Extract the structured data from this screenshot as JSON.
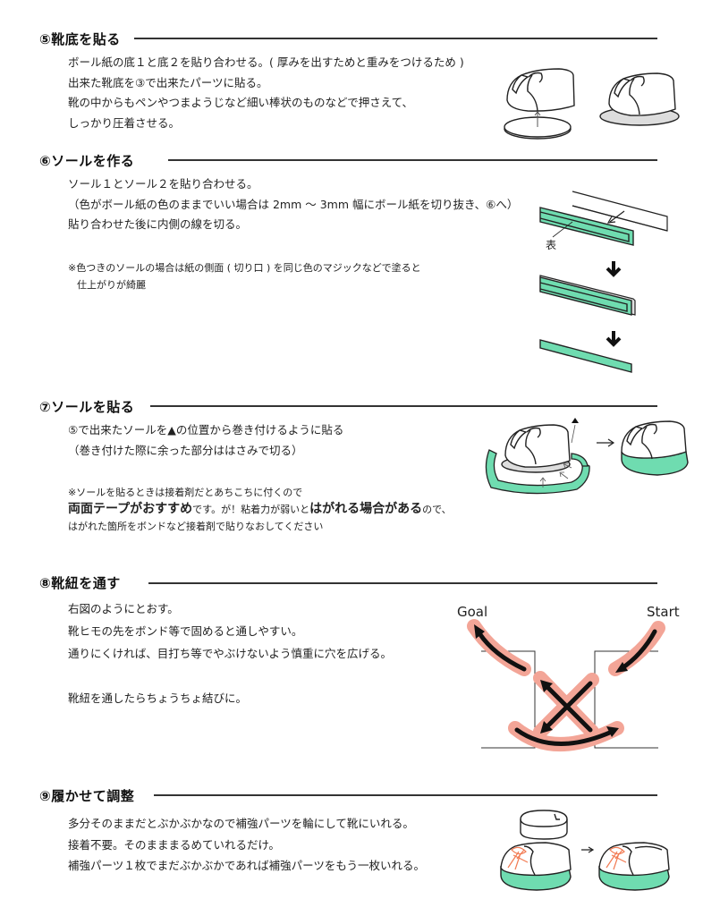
{
  "sections": [
    {
      "id": "5",
      "title": "⑤靴底を貼る",
      "lines": [
        "ボール紙の底１と底２を貼り合わせる。( 厚みを出すためと重みをつけるため )",
        "出来た靴底を③で出来たパーツに貼る。",
        "靴の中からもペンやつまようじなど細い棒状のものなどで押さえて、",
        "しっかり圧着させる。"
      ]
    },
    {
      "id": "6",
      "title": "⑥ソールを作る",
      "lines": [
        "ソール１とソール２を貼り合わせる。",
        "（色がボール紙の色のままでいい場合は 2mm ～ 3mm 幅にボール紙を切り抜き、⑥へ）",
        "貼り合わせた後に内側の線を切る。"
      ],
      "note_lines": [
        "※色つきのソールの場合は紙の側面 ( 切り口 ) を同じ色のマジックなどで塗ると",
        "仕上がりが綺麗"
      ],
      "figure_label": "表"
    },
    {
      "id": "7",
      "title": "⑦ソールを貼る",
      "lines": [
        "⑤で出来たソールを▲の位置から巻き付けるように貼る",
        "（巻き付けた際に余った部分ははさみで切る）"
      ],
      "note_line1": "※ソールを貼るときは接着剤だとあちこちに付くので",
      "note_line2_bold1": "両面テープがおすすめ",
      "note_line2_mid": "です。が！粘着力が弱いと",
      "note_line2_bold2": "はがれる場合がある",
      "note_line2_end": "ので、",
      "note_line3": "はがれた箇所をボンドなど接着剤で貼りなおしてください"
    },
    {
      "id": "8",
      "title": "⑧靴紐を通す",
      "lines": [
        "右図のようにとおす。",
        "靴ヒモの先をボンド等で固めると通しやすい。",
        "通りにくければ、目打ち等でやぶけないよう慎重に穴を広げる。",
        "",
        "靴紐を通したらちょうちょ結びに。"
      ],
      "figure_labels": {
        "goal": "Goal",
        "start": "Start"
      }
    },
    {
      "id": "9",
      "title": "⑨履かせて調整",
      "lines": [
        "多分そのままだとぶかぶかなので補強パーツを輪にして靴にいれる。",
        "接着不要。そのまままるめていれるだけ。",
        "補強パーツ１枚でまだぶかぶかであれば補強パーツをもう一枚いれる。"
      ]
    }
  ],
  "colors": {
    "sole_green": "#6fdcb0",
    "lace_highlight": "#f3a597",
    "lace_orange": "#f27a52",
    "line": "#222222"
  }
}
